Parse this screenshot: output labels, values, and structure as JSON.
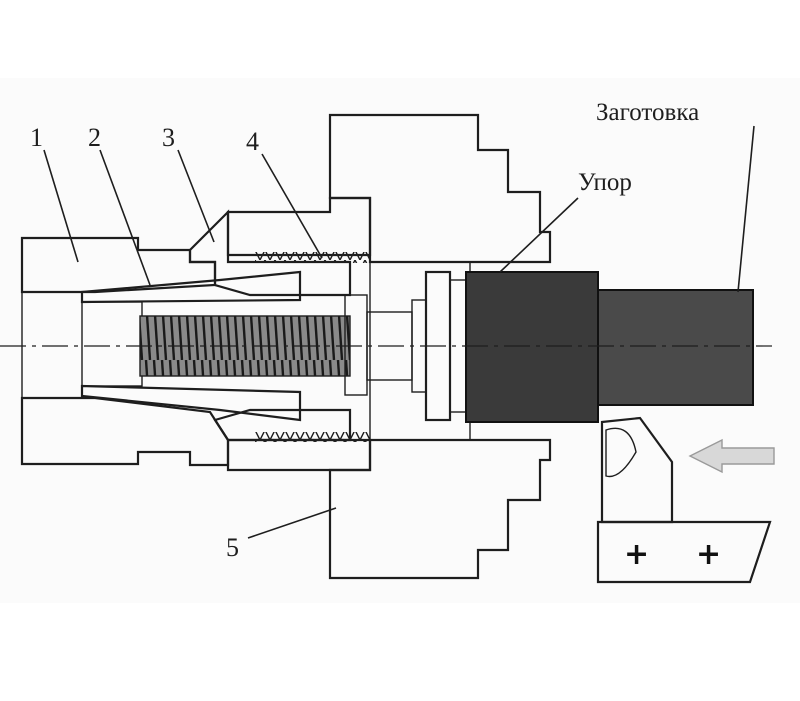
{
  "labels": {
    "part_1": "1",
    "part_2": "2",
    "part_3": "3",
    "part_4": "4",
    "part_5": "5",
    "stop": "Упор",
    "workpiece": "Заготовка"
  },
  "tool_marks": [
    "+",
    "+"
  ]
}
